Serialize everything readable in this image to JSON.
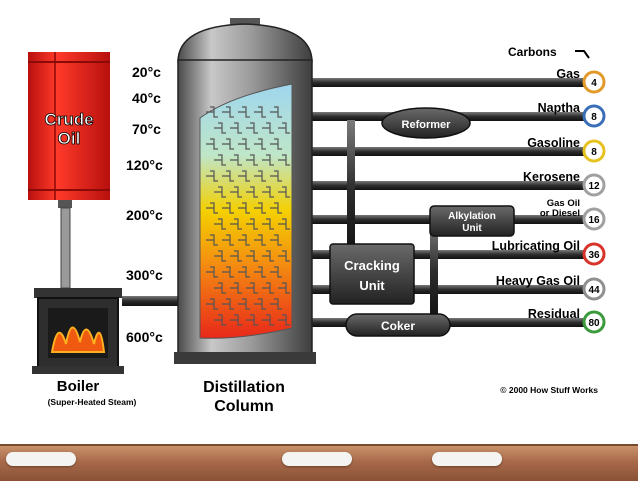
{
  "crude_oil": {
    "line1": "Crude",
    "line2": "Oil"
  },
  "temperatures": [
    "20°c",
    "40°c",
    "70°c",
    "120°c",
    "200°c",
    "300°c",
    "600°c"
  ],
  "carbons_header": "Carbons",
  "products": [
    {
      "name": "Gas",
      "carbons": "4",
      "ring_color": "#e29a2a"
    },
    {
      "name": "Naptha",
      "carbons": "8",
      "ring_color": "#3a6fb8"
    },
    {
      "name": "Gasoline",
      "carbons": "8",
      "ring_color": "#e6c21e"
    },
    {
      "name": "Kerosene",
      "carbons": "12",
      "ring_color": "#a0a0a0"
    },
    {
      "name_line1": "Gas Oil",
      "name_line2": "or Diesel",
      "carbons": "16",
      "ring_color": "#a0a0a0"
    },
    {
      "name": "Lubricating Oil",
      "carbons": "36",
      "ring_color": "#d8332a"
    },
    {
      "name": "Heavy Gas Oil",
      "carbons": "44",
      "ring_color": "#8f8f8f"
    },
    {
      "name": "Residual",
      "carbons": "80",
      "ring_color": "#3c9a3c"
    }
  ],
  "units": {
    "reformer": "Reformer",
    "alkylation_line1": "Alkylation",
    "alkylation_line2": "Unit",
    "cracking_line1": "Cracking",
    "cracking_line2": "Unit",
    "coker": "Coker"
  },
  "boiler": {
    "label": "Boiler",
    "sublabel": "(Super-Heated Steam)"
  },
  "column": {
    "line1": "Distillation",
    "line2": "Column"
  },
  "copyright": "© 2000 How Stuff Works",
  "colors": {
    "crude_red": "#e0201e",
    "pipe_dark": "#3a3a3a",
    "column_grey": "#8a8a8a",
    "gradient_top": "#9fd6ee",
    "gradient_mid": "#f4d000",
    "gradient_bottom": "#e8281a",
    "fire": "#f05a10"
  }
}
